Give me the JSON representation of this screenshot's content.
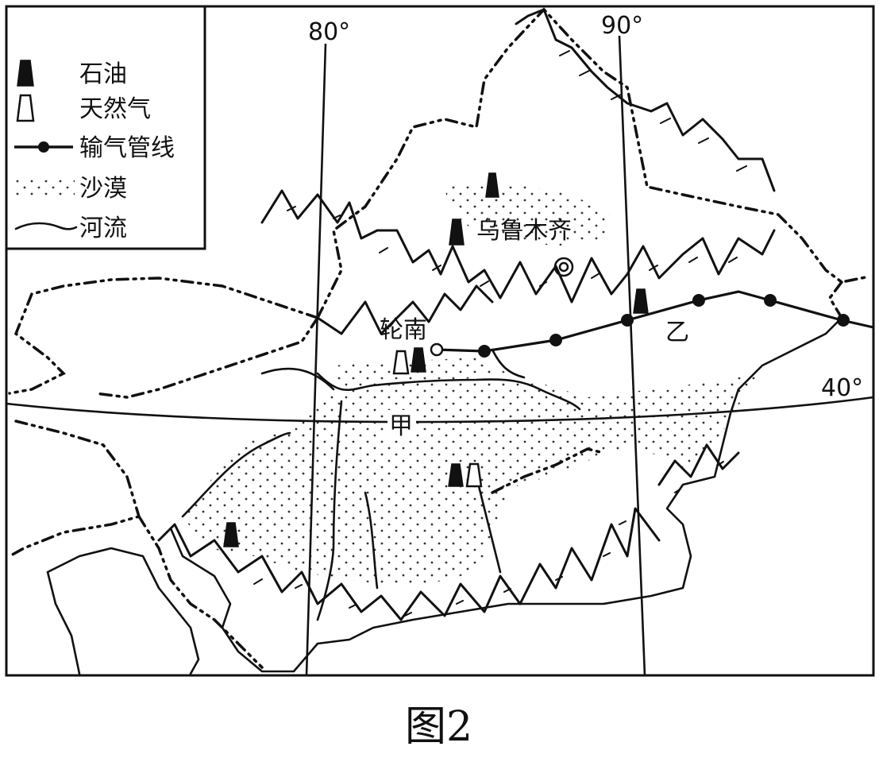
{
  "figure": {
    "caption": "图2"
  },
  "legend": {
    "items": [
      {
        "symbol": "oil-field-icon",
        "label": "石油"
      },
      {
        "symbol": "gas-field-icon",
        "label": "天然气"
      },
      {
        "symbol": "pipeline-icon",
        "label": "输气管线"
      },
      {
        "symbol": "desert-dots-icon",
        "label": "沙漠"
      },
      {
        "symbol": "river-line-icon",
        "label": "河流"
      }
    ]
  },
  "graticule": {
    "meridians": [
      "80°",
      "90°"
    ],
    "parallels": [
      "40°"
    ]
  },
  "places": {
    "urumqi": "乌鲁木齐",
    "lunnan": "轮南",
    "jia": "甲",
    "yi": "乙"
  },
  "colors": {
    "ink": "#111111",
    "paper": "#ffffff"
  }
}
